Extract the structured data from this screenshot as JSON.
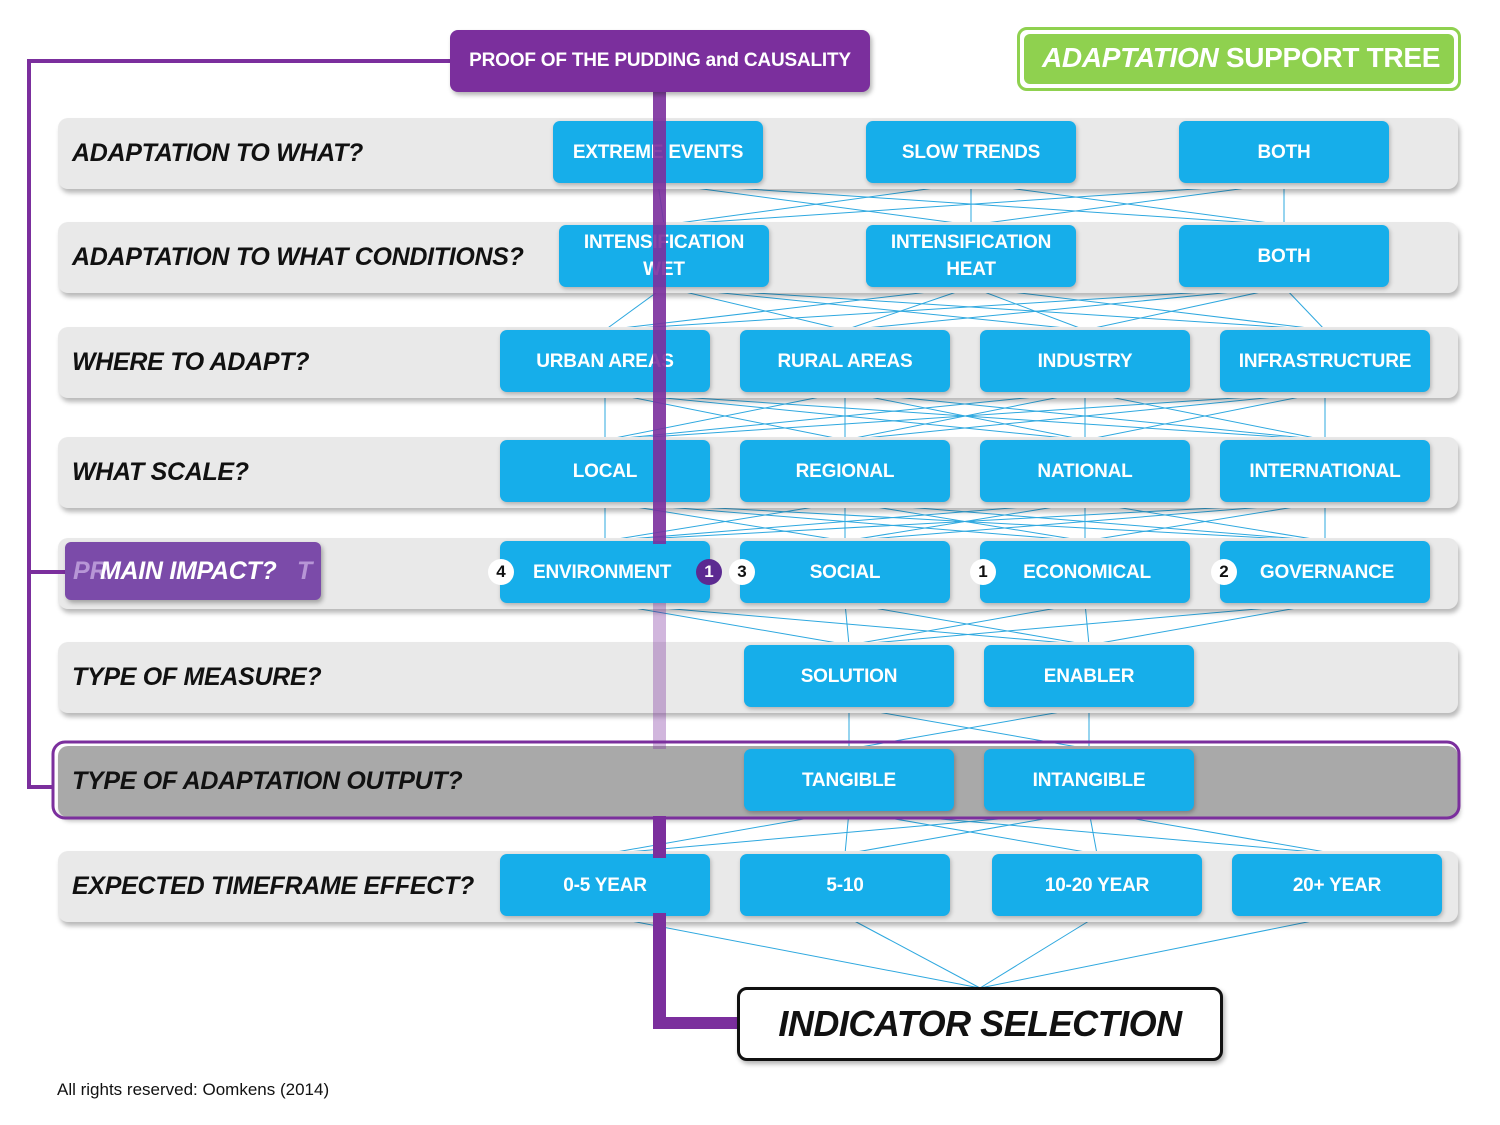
{
  "title": "ADAPTATION SUPPORT TREE",
  "title_italic_part": "ADAPTATION",
  "title_rest": " SUPPORT TREE",
  "proof_label": "PROOF OF THE PUDDING  and CAUSALITY",
  "main_impact": {
    "ghost_text": "PR",
    "ghost_tail": "T",
    "label": "MAIN IMPACT?"
  },
  "rows": [
    {
      "label": "ADAPTATION TO WHAT?",
      "options": [
        "EXTREME EVENTS",
        "SLOW TRENDS",
        "BOTH"
      ]
    },
    {
      "label": "ADAPTATION TO WHAT CONDITIONS?",
      "options": [
        "INTENSIFICATION\nWET",
        "INTENSIFICATION\nHEAT",
        "BOTH"
      ]
    },
    {
      "label": "WHERE TO ADAPT?",
      "options": [
        "URBAN AREAS",
        "RURAL AREAS",
        "INDUSTRY",
        "INFRASTRUCTURE"
      ]
    },
    {
      "label": "WHAT SCALE?",
      "options": [
        "LOCAL",
        "REGIONAL",
        "NATIONAL",
        "INTERNATIONAL"
      ]
    },
    {
      "label": "",
      "options": [
        "ENVIRONMENT",
        "SOCIAL",
        "ECONOMICAL",
        "GOVERNANCE"
      ]
    },
    {
      "label": "TYPE OF MEASURE?",
      "options": [
        "SOLUTION",
        "ENABLER"
      ]
    },
    {
      "label": "TYPE OF ADAPTATION OUTPUT?",
      "options": [
        "TANGIBLE",
        "INTANGIBLE"
      ]
    },
    {
      "label": "EXPECTED TIMEFRAME EFFECT?",
      "options": [
        "0-5 YEAR",
        "5-10",
        "10-20 YEAR",
        "20+ YEAR"
      ]
    }
  ],
  "impact_badges": {
    "environment_white": "4",
    "environment_dark": "1",
    "social": "3",
    "economical": "1",
    "governance": "2"
  },
  "indicator_label": "INDICATOR SELECTION",
  "rights": "All rights reserved: Oomkens (2014)",
  "colors": {
    "option_blue": "#16aeea",
    "link_blue": "#2ea8df",
    "purple": "#7b2f9d",
    "green": "#8fd14f",
    "row_grey": "#e9e9e9",
    "highlight_row": "#a9a9a9"
  }
}
